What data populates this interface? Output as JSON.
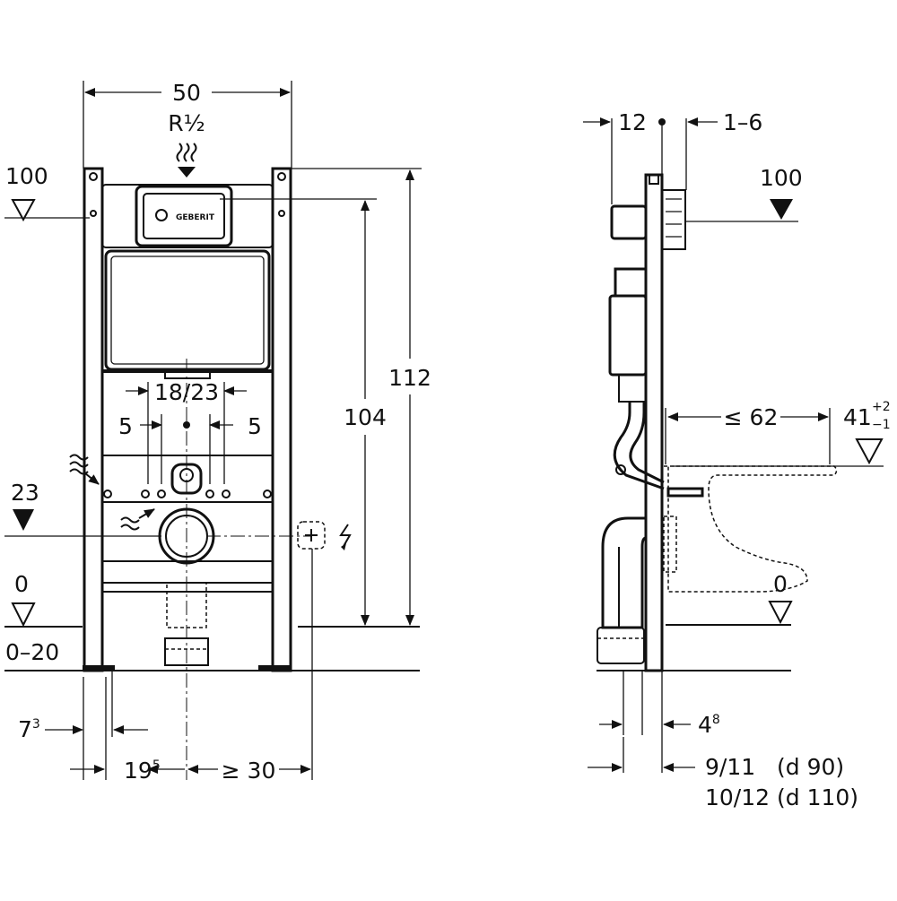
{
  "front_view": {
    "width": "50",
    "connection": "R½",
    "level_top": "100",
    "level_outlet": "23",
    "level_floor": "0",
    "floor_range": "0–20",
    "height_total": "112",
    "height_upper": "104",
    "bolt_spacing": "18/23",
    "bolt_offset_left": "5",
    "bolt_offset_right": "5",
    "foot_offset": "7",
    "foot_offset_sup": "3",
    "axis_offset": "19",
    "axis_offset_sup": "5",
    "electric_distance": "≥ 30"
  },
  "side_view": {
    "depth_frame": "12",
    "depth_adjust": "1–6",
    "level_top": "100",
    "level_floor": "0",
    "projection": "≤ 62",
    "seat_height": "41",
    "seat_tol_plus": "+2",
    "seat_tol_minus": "−1",
    "wall_dim": "4",
    "wall_dim_sup": "8",
    "pipe_dim_1": "9/11",
    "pipe_note_1": "(d 90)",
    "pipe_dim_2": "10/12",
    "pipe_note_2": "(d 110)"
  },
  "icons": [
    "water-supply-icon",
    "flush-plate-icon",
    "electric-outlet-icon",
    "lightning-icon",
    "level-marker-icon"
  ]
}
